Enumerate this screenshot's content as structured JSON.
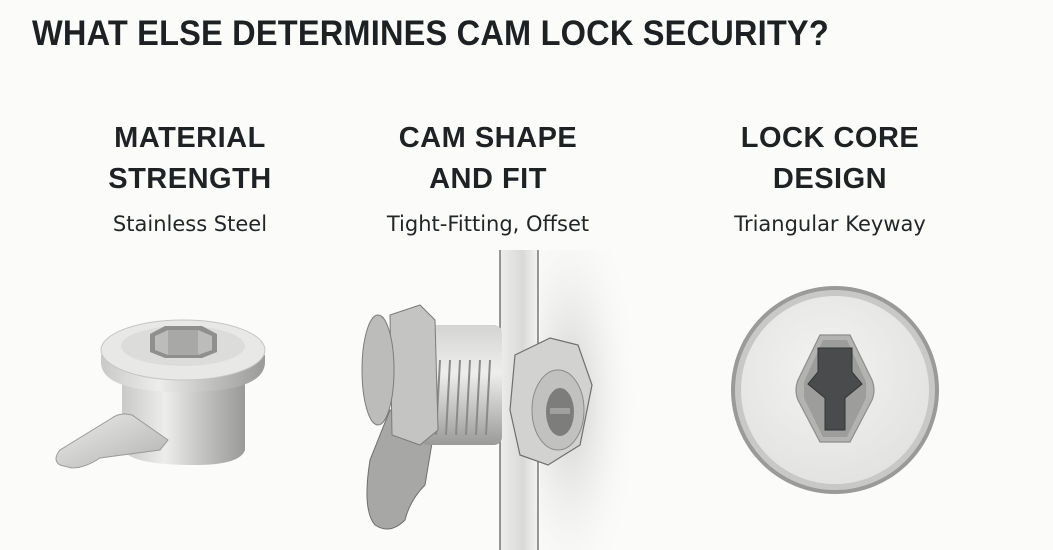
{
  "title": "WHAT ELSE DETERMINES CAM LOCK SECURITY?",
  "factors": [
    {
      "heading_line1": "MATERIAL",
      "heading_line2": "STRENGTH",
      "subtitle": "Stainless Steel",
      "illustration": "stainless-steel-cam-lock-with-hex-socket-and-flat-cam"
    },
    {
      "heading_line1": "CAM SHAPE",
      "heading_line2": "AND FIT",
      "subtitle": "Tight-Fitting, Offset",
      "illustration": "threaded-cam-lock-mounted-through-panel-with-offset-cam"
    },
    {
      "heading_line1": "LOCK CORE",
      "heading_line2": "DESIGN",
      "subtitle": "Triangular Keyway",
      "illustration": "round-lock-face-with-triangular-keyway"
    }
  ],
  "colors": {
    "background": "#fbfbf9",
    "text": "#1f2224",
    "metal_light": "#e4e4e2",
    "metal_mid": "#b8b8b6",
    "metal_dark": "#7d7d7b",
    "keyway_dark": "#4a4b4c"
  }
}
